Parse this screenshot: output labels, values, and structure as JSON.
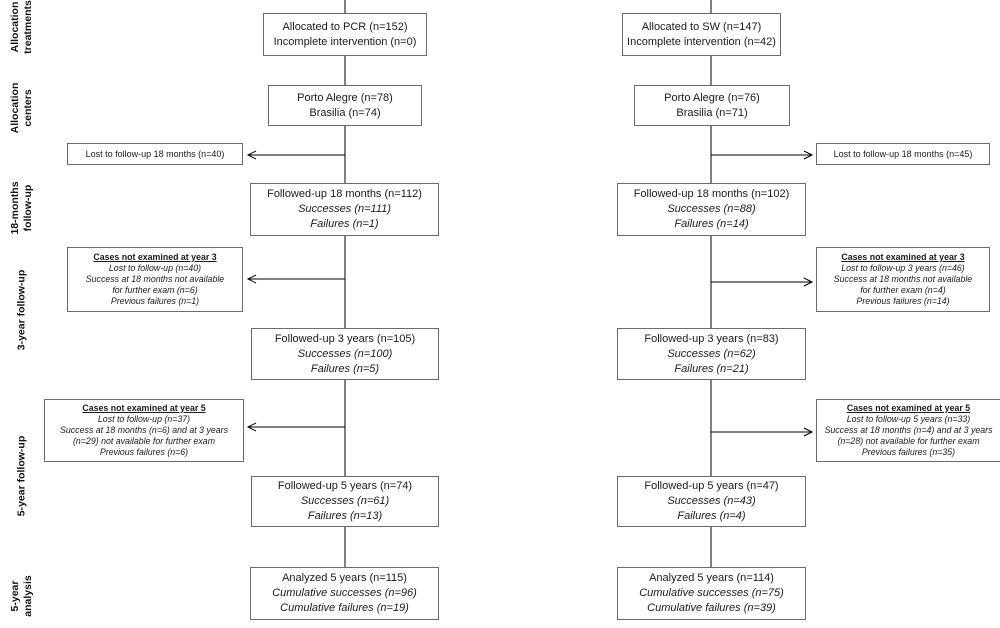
{
  "stage_labels": {
    "allocation_treatments": [
      "Allocation",
      "treatments"
    ],
    "allocation_centers": [
      "Allocation",
      "centers"
    ],
    "followup_18m": [
      "18-months",
      "follow-up"
    ],
    "followup_3y": [
      "3-year follow-up"
    ],
    "followup_5y": [
      "5-year follow-up"
    ],
    "analysis_5y": [
      "5-year",
      "analysis"
    ]
  },
  "pcr": {
    "allocated": [
      "Allocated to PCR (n=152)",
      "Incomplete intervention (n=0)"
    ],
    "centers": [
      "Porto Alegre (n=78)",
      "Brasilia (n=74)"
    ],
    "lost_18m": "Lost to follow-up 18 months (n=40)",
    "followup_18m": [
      "Followed-up 18 months (n=112)",
      "Successes (n=111)",
      "Failures (n=1)"
    ],
    "not_examined_y3": {
      "heading": "Cases not examined at year 3",
      "lines": [
        "Lost to follow-up (n=40)",
        "Success at 18 months not available",
        "for further exam (n=6)",
        "Previous failures (n=1)"
      ]
    },
    "followup_3y": [
      "Followed-up 3 years (n=105)",
      "Successes (n=100)",
      "Failures (n=5)"
    ],
    "not_examined_y5": {
      "heading": "Cases not examined at year 5",
      "lines": [
        "Lost to follow-up (n=37)",
        "Success at 18 months (n=6) and at 3 years",
        "(n=29) not available for further exam",
        "Previous failures (n=6)"
      ]
    },
    "followup_5y": [
      "Followed-up 5 years (n=74)",
      "Successes (n=61)",
      "Failures (n=13)"
    ],
    "analyzed_5y": [
      "Analyzed 5 years (n=115)",
      "Cumulative successes (n=96)",
      "Cumulative failures (n=19)"
    ]
  },
  "sw": {
    "allocated": [
      "Allocated to SW (n=147)",
      "Incomplete intervention (n=42)"
    ],
    "centers": [
      "Porto Alegre (n=76)",
      "Brasilia (n=71)"
    ],
    "lost_18m": "Lost to follow-up 18 months (n=45)",
    "followup_18m": [
      "Followed-up 18 months (n=102)",
      "Successes (n=88)",
      "Failures (n=14)"
    ],
    "not_examined_y3": {
      "heading": "Cases not examined at year 3",
      "lines": [
        "Lost to follow-up 3 years (n=46)",
        "Success at 18 months not available",
        "for further exam (n=4)",
        "Previous failures (n=14)"
      ]
    },
    "followup_3y": [
      "Followed-up 3 years (n=83)",
      "Successes (n=62)",
      "Failures (n=21)"
    ],
    "not_examined_y5": {
      "heading": "Cases not examined at year 5",
      "lines": [
        "Lost to follow-up 5 years (n=33)",
        "Success at 18 months (n=4) and at 3 years",
        "(n=28) not available for further exam",
        "Previous failures (n=35)"
      ]
    },
    "followup_5y": [
      "Followed-up 5 years (n=47)",
      "Successes (n=43)",
      "Failures (n=4)"
    ],
    "analyzed_5y": [
      "Analyzed 5 years (n=114)",
      "Cumulative successes (n=75)",
      "Cumulative failures (n=39)"
    ]
  },
  "colors": {
    "line": "#000000",
    "box_border": "#6b6b6b",
    "text": "#1a1a1a",
    "background": "#ffffff"
  }
}
